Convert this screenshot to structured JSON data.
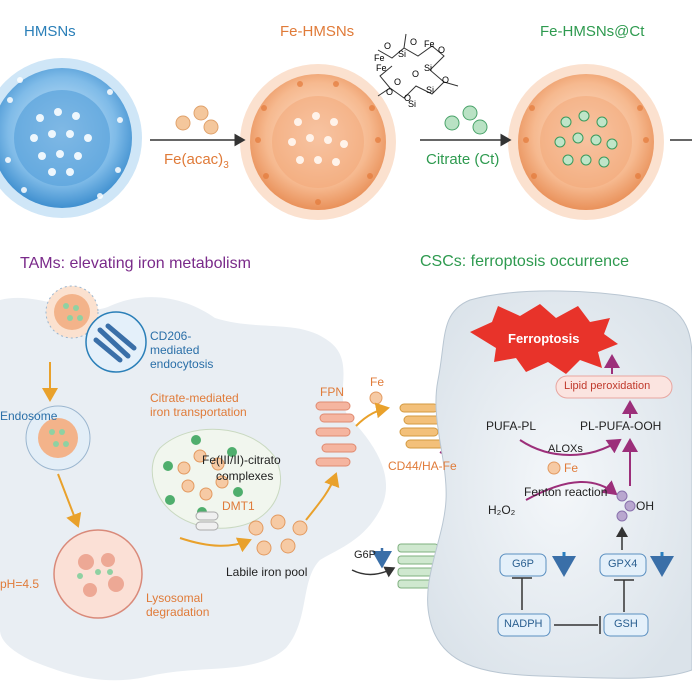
{
  "top_row": {
    "hmsns_label": "HMSNs",
    "fe_hmsns_label": "Fe-HMSNs",
    "fe_hmsns_ct_label": "Fe-HMSNs@Ct",
    "reagent_fe": "Fe(acac)",
    "reagent_fe_sub": "3",
    "reagent_citrate": "Citrate (Ct)",
    "molecule_atoms": [
      "Fe",
      "O",
      "Si",
      "O",
      "Fe",
      "O",
      "Si",
      "O",
      "Si",
      "O",
      "Fe",
      "O",
      "O",
      "Si",
      "O"
    ]
  },
  "tams": {
    "title": "TAMs: elevating iron metabolism",
    "cd206": "CD206-",
    "mediated": "mediated",
    "endocytosis": "endocytosis",
    "endosome": "Endosome",
    "citrate_mediated": "Citrate-mediated",
    "iron_transport": "iron transportation",
    "complex_1": "Fe(III/II)-citrato",
    "complex_2": "complexes",
    "dmt1": "DMT1",
    "ph": "pH=4.5",
    "lysosomal": "Lysosomal",
    "degradation": "degradation",
    "labile": "Labile iron pool",
    "fpn": "FPN"
  },
  "middle": {
    "fe_label": "Fe",
    "cd44": "CD44/HA-Fe",
    "g6p_small": "G6P"
  },
  "cscs": {
    "title": "CSCs:  ferroptosis occurrence",
    "ferroptosis": "Ferroptosis",
    "lipid": "Lipid peroxidation",
    "pufa_pl": "PUFA-PL",
    "pl_pufa_ooh": "PL-PUFA-OOH",
    "aloxs": "ALOXs",
    "fe": "Fe",
    "fenton": "Fenton reaction",
    "h2o2": "H₂O₂",
    "oh": "OH",
    "g6p": "G6P",
    "gpx4": "GPX4",
    "nadph": "NADPH",
    "gsh": "GSH"
  },
  "colors": {
    "blue_title": "#2a7fb8",
    "orange": "#e07b39",
    "green": "#2e9a4f",
    "purple": "#7a2a8a",
    "red": "#e8332a",
    "cell_bg": "#e8edf2"
  }
}
